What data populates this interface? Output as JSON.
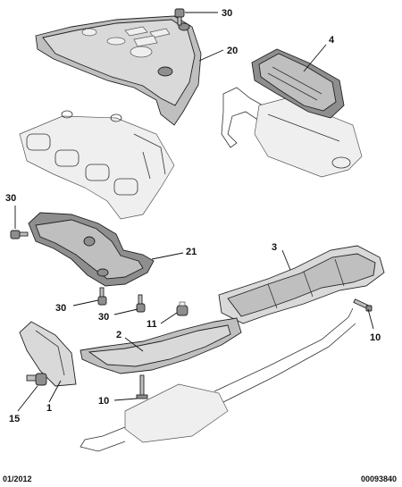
{
  "callouts": [
    {
      "id": "30",
      "label": "30"
    },
    {
      "id": "20",
      "label": "20"
    },
    {
      "id": "4",
      "label": "4"
    },
    {
      "id": "30b",
      "label": "30"
    },
    {
      "id": "21",
      "label": "21"
    },
    {
      "id": "3",
      "label": "3"
    },
    {
      "id": "30c",
      "label": "30"
    },
    {
      "id": "30d",
      "label": "30"
    },
    {
      "id": "11",
      "label": "11"
    },
    {
      "id": "2",
      "label": "2"
    },
    {
      "id": "10",
      "label": "10"
    },
    {
      "id": "10b",
      "label": "10"
    },
    {
      "id": "15",
      "label": "15"
    },
    {
      "id": "1",
      "label": "1"
    }
  ],
  "footer": {
    "date_code": "01/2012",
    "ref_code": "00093840"
  }
}
